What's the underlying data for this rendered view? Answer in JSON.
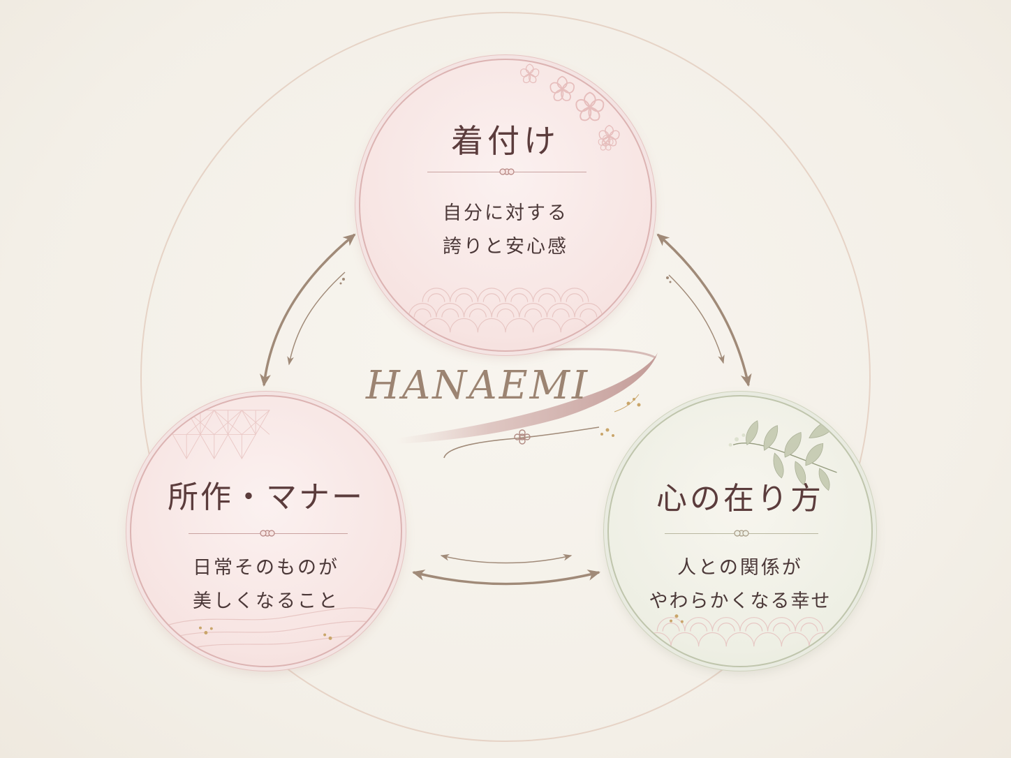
{
  "logo": {
    "text": "HANAEMI"
  },
  "nodes": {
    "kitsuke": {
      "title": "着付け",
      "line1": "自分に対する",
      "line2": "誇りと安心感"
    },
    "shosa": {
      "title": "所作・マナー",
      "line1": "日常そのものが",
      "line2": "美しくなること"
    },
    "kokoro": {
      "title": "心の在り方",
      "line1": "人との関係が",
      "line2": "やわらかくなる幸せ"
    }
  },
  "colors": {
    "background": "#f5f1ea",
    "arrow": "#a08a78",
    "pink_border": "#dcb3b2",
    "green_border": "#bfc5ac",
    "title_text": "#5b3c3c",
    "body_text": "#4b3838"
  },
  "icons": [
    "sakura-icon",
    "mizuhiki-knot-icon",
    "leaf-branch-icon",
    "wave-pattern-icon",
    "asanoha-pattern-icon"
  ]
}
